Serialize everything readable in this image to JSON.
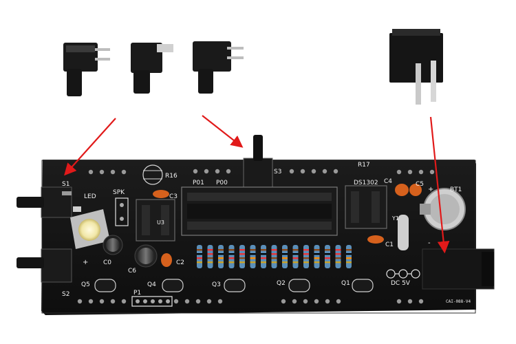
{
  "photo": {
    "subject": "Black electronic kit circuit board with loose components",
    "colors": {
      "background": "#ffffff",
      "pcb": "#141414",
      "silkscreen": "#f2f2f2",
      "arrow": "#e11a1a",
      "component": "#1b1b1b"
    }
  },
  "board_labels": {
    "s1": "S1",
    "s2": "S2",
    "s3": "S3",
    "led": "LED",
    "spk": "SPK",
    "r16": "R16",
    "r17": "R17",
    "c0": "C0",
    "c2": "C2",
    "c3": "C3",
    "c4": "C4",
    "c5": "C5",
    "c6": "C6",
    "c1": "C1",
    "u3": "U3",
    "po1": "P01",
    "po0": "P00",
    "ds1302": "DS1302",
    "y1": "Y1",
    "bt1": "BT1",
    "q1": "Q1",
    "q2": "Q2",
    "q3": "Q3",
    "q4": "Q4",
    "q5": "Q5",
    "p1": "P1",
    "dc5v": "DC  5V",
    "model": "CAI-088-V4",
    "plus": "+",
    "minus": "-"
  }
}
